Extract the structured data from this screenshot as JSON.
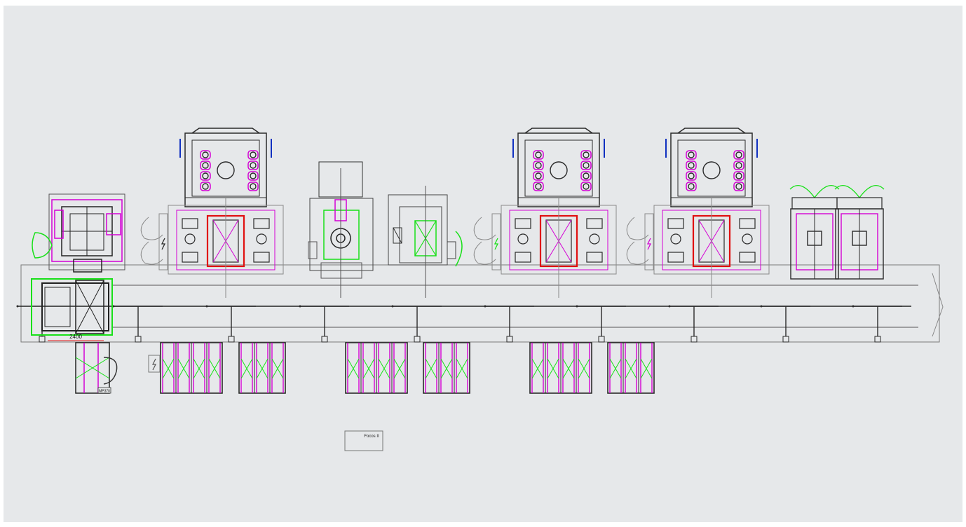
{
  "drawing": {
    "dimension_label": "2400",
    "tag_label": "MP370",
    "room_label": "Focos II"
  },
  "colors": {
    "background": "#e6e8ea",
    "line": "#2a2a2a",
    "light_line": "#8a8a8a",
    "magenta": "#d400d4",
    "green": "#19e019",
    "red": "#e01010",
    "blue": "#1030c0"
  }
}
